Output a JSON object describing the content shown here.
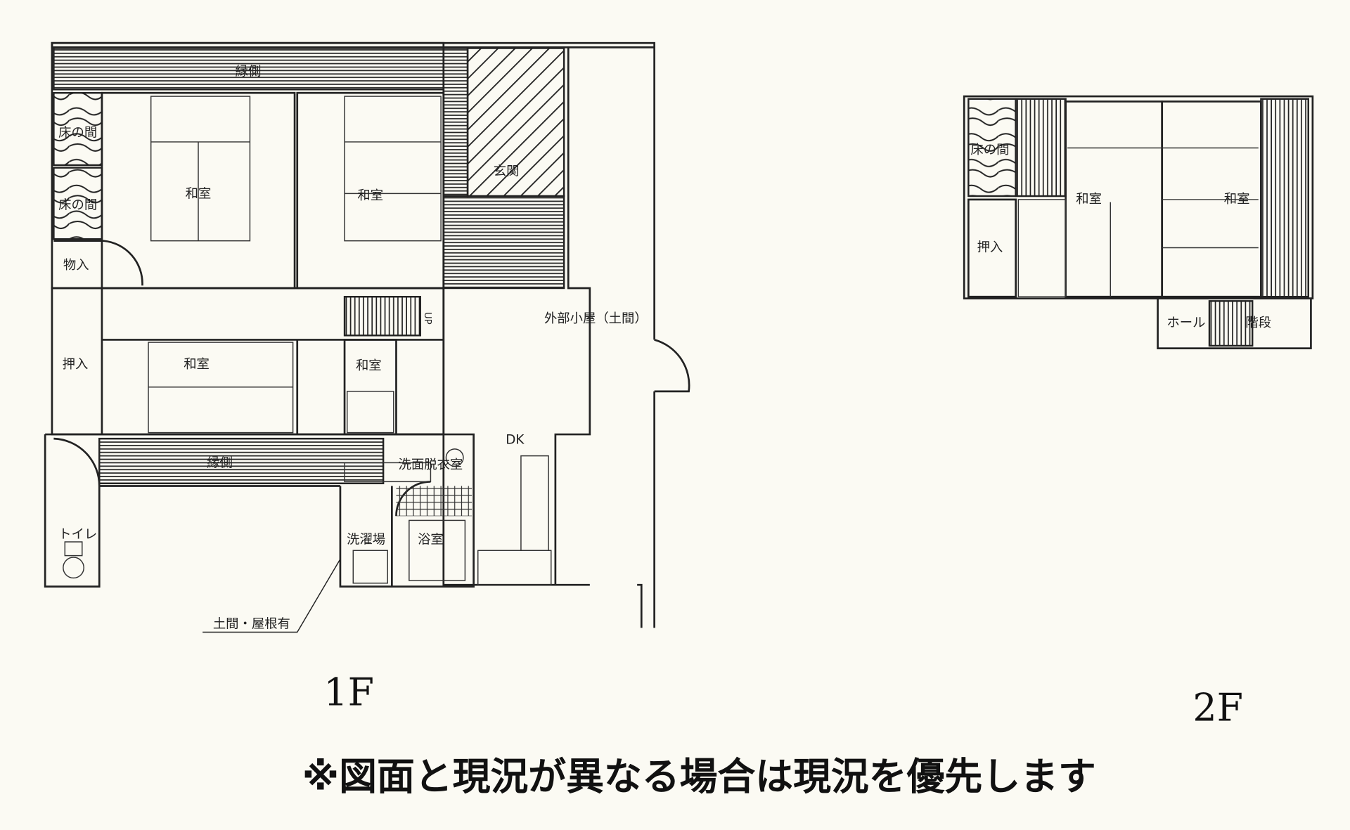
{
  "floor1": {
    "label": "1F",
    "rooms": {
      "engawa_top": "縁側",
      "tokonoma_1": "床の間",
      "tokonoma_2": "床の間",
      "washitsu_1": "和室",
      "washitsu_2": "和室",
      "genkan": "玄関",
      "monoire": "物入",
      "stairs_up": "UP",
      "oshiire": "押入",
      "washitsu_3": "和室",
      "washitsu_4": "和室",
      "shed": "外部小屋（土間）",
      "dk": "DK",
      "engawa_bottom": "縁側",
      "senmen": "洗面脱衣室",
      "toilet": "トイレ",
      "laundry": "洗濯場",
      "bath": "浴室",
      "doma_note": "土間・屋根有"
    }
  },
  "floor2": {
    "label": "2F",
    "rooms": {
      "tokonoma": "床の間",
      "washitsu_1": "和室",
      "washitsu_2": "和室",
      "oshiire": "押入",
      "hall": "ホール",
      "stairs": "階段"
    }
  },
  "caption": "※図面と現況が異なる場合は現況を優先します"
}
